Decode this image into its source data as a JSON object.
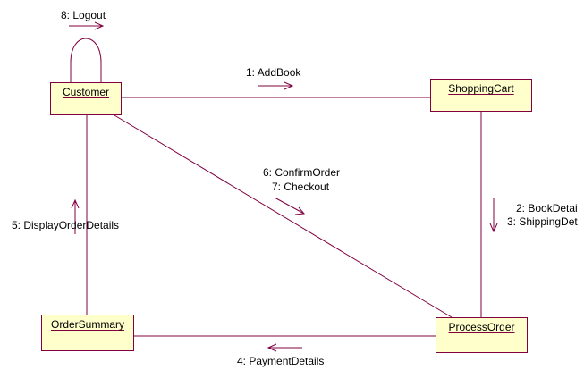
{
  "diagram": {
    "type": "UML collaboration diagram",
    "colors": {
      "line": "#800040",
      "object_fill": "#ffffcc",
      "text": "#000000"
    },
    "objects": {
      "customer": "Customer",
      "shopping_cart": "ShoppingCart",
      "order_summary": "OrderSummary",
      "process_order": "ProcessOrder"
    },
    "messages": {
      "m1": "1: AddBook",
      "m2": "2: BookDetai",
      "m3": "3: ShippingDet",
      "m4": "4: PaymentDetails",
      "m5": "5: DisplayOrderDetails",
      "m6": "6: ConfirmOrder",
      "m7": "7: Checkout",
      "m8": "8: Logout"
    },
    "links": [
      {
        "from": "Customer",
        "to": "Customer",
        "messages": [
          "8: Logout"
        ]
      },
      {
        "from": "Customer",
        "to": "ShoppingCart",
        "messages": [
          "1: AddBook"
        ]
      },
      {
        "from": "ShoppingCart",
        "to": "ProcessOrder",
        "messages": [
          "2: BookDetai",
          "3: ShippingDet"
        ]
      },
      {
        "from": "ProcessOrder",
        "to": "OrderSummary",
        "messages": [
          "4: PaymentDetails"
        ]
      },
      {
        "from": "OrderSummary",
        "to": "Customer",
        "messages": [
          "5: DisplayOrderDetails"
        ]
      },
      {
        "from": "Customer",
        "to": "ProcessOrder",
        "messages": [
          "6: ConfirmOrder",
          "7: Checkout"
        ]
      }
    ]
  }
}
